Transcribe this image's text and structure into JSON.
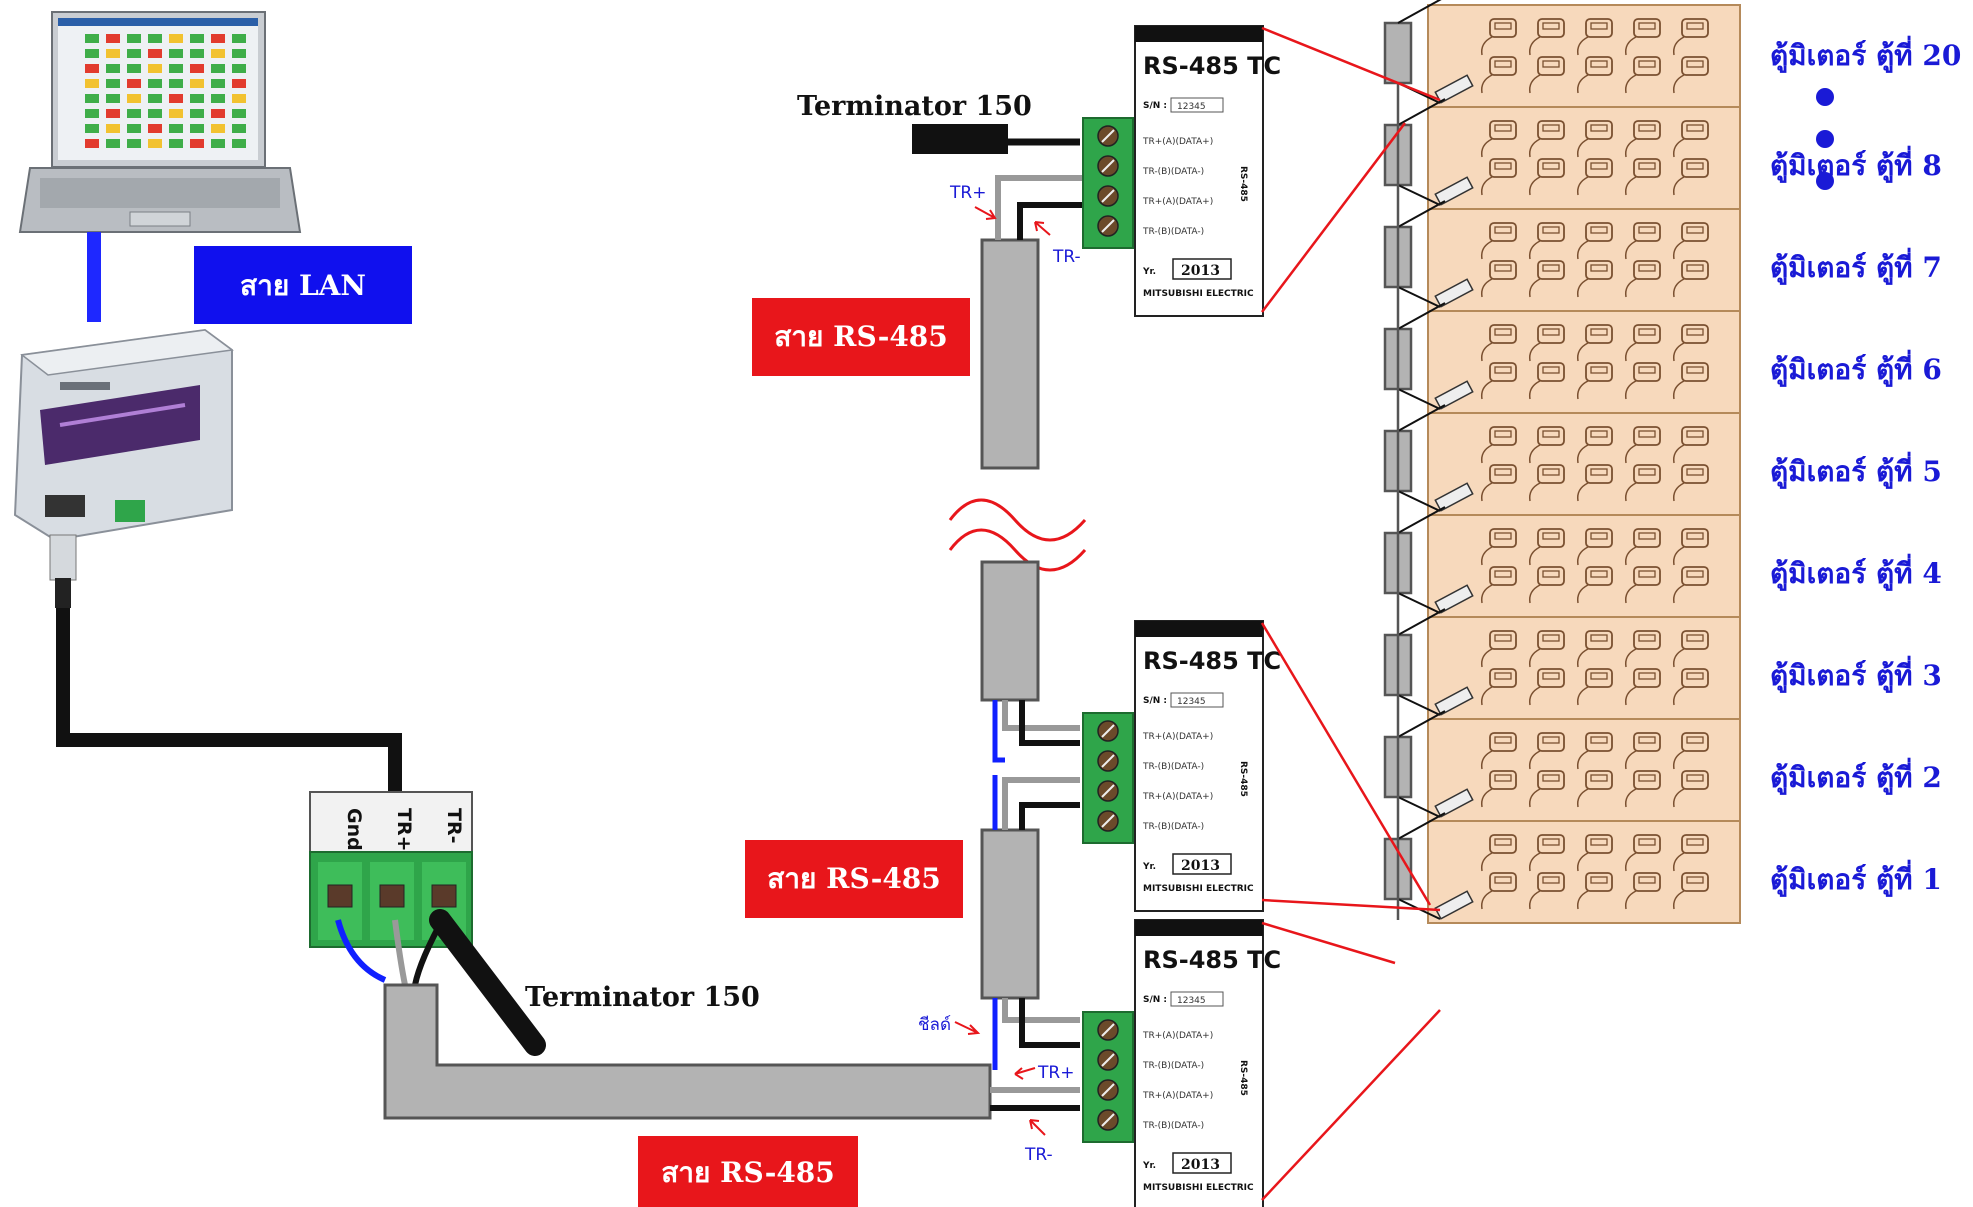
{
  "labels": {
    "lan_cable": "สาย LAN",
    "rs485_cable_top": "สาย RS-485",
    "rs485_cable_mid": "สาย RS-485",
    "rs485_cable_bottom": "สาย RS-485",
    "terminator_top": "Terminator 150",
    "terminator_bottom": "Terminator 150",
    "tr_plus": "TR+",
    "tr_minus": "TR-",
    "shield": "ชีลด์"
  },
  "terminal_block": {
    "pins": [
      "Gnd",
      "TR+",
      "TR-"
    ]
  },
  "converter": {
    "title": "RS-485 TC",
    "sn_label": "S/N :",
    "sn_value": "12345",
    "fields": [
      "TR+(A)(DATA+)",
      "TR-(B)(DATA-)",
      "TR+(A)(DATA+)",
      "TR-(B)(DATA-)"
    ],
    "side_label": "RS-485",
    "yr_label": "Yr.",
    "yr_value": "2013",
    "maker": "MITSUBISHI ELECTRIC"
  },
  "cabinets": [
    {
      "label": "ตู้มิเตอร์ ตู้ที่ 20"
    },
    {
      "label": "ตู้มิเตอร์ ตู้ที่ 8"
    },
    {
      "label": "ตู้มิเตอร์ ตู้ที่ 7"
    },
    {
      "label": "ตู้มิเตอร์ ตู้ที่ 6"
    },
    {
      "label": "ตู้มิเตอร์ ตู้ที่ 5"
    },
    {
      "label": "ตู้มิเตอร์ ตู้ที่ 4"
    },
    {
      "label": "ตู้มิเตอร์ ตู้ที่ 3"
    },
    {
      "label": "ตู้มิเตอร์ ตู้ที่ 2"
    },
    {
      "label": "ตู้มิเตอร์ ตู้ที่ 1"
    }
  ],
  "colors": {
    "red_label": "#e8161b",
    "blue_label": "#1010ee",
    "cabinet_text": "#1a1ad6",
    "cabinet_fill": "#f7d9bc",
    "cabinet_border": "#b58a5a",
    "cable_grey": "#b3b3b3",
    "terminal_green": "#2fa54a",
    "red_line": "#e8161b"
  }
}
